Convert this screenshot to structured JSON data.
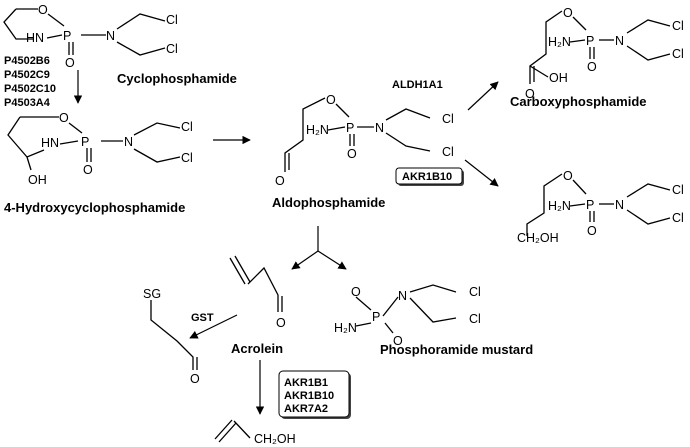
{
  "compounds": {
    "cyclophosphamide": "Cyclophosphamide",
    "hydroxy": "4-Hydroxycyclophosphamide",
    "aldo": "Aldophosphamide",
    "carboxy": "Carboxyphosphamide",
    "mustard": "Phosphoramide mustard",
    "acrolein": "Acrolein"
  },
  "enzymes": {
    "cyp": [
      "P4502B6",
      "P4502C9",
      "P4502C10",
      "P4503A4"
    ],
    "aldh": "ALDH1A1",
    "akr_box1": "AKR1B10",
    "gst": "GST",
    "akr_box2": [
      "AKR1B1",
      "AKR1B10",
      "AKR7A2"
    ]
  },
  "atoms": {
    "O": "O",
    "NH": "N",
    "H": "H",
    "P": "P",
    "N": "N",
    "Cl": "Cl",
    "H2N": "H₂N",
    "OH": "OH",
    "SG": "SG",
    "CH2OH": "CH₂OH",
    "CH2OH_tail": "CH₂OH"
  }
}
